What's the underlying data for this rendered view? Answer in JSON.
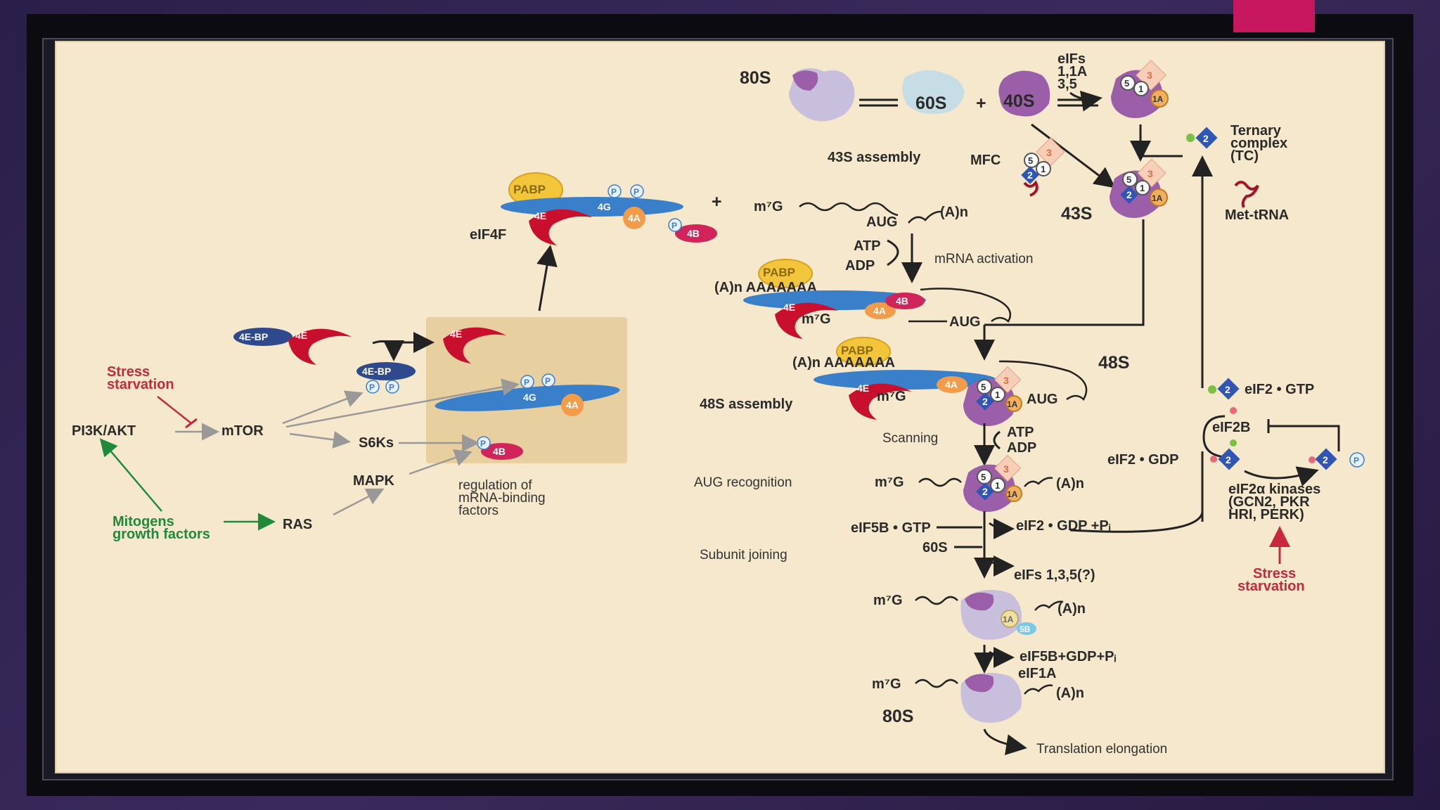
{
  "colors": {
    "accent": "#c7175f",
    "figure_bg": "#f6e8cc",
    "eIF4E": "#c8102e",
    "eIF4G": "#3a7fc9",
    "PABP": "#f3c53a",
    "ribosome": "#9b5ea8",
    "stress": "#c8283c",
    "mitogen": "#1f8a3a"
  },
  "labels": {
    "s80_top": "80S",
    "s60": "60S",
    "plus_mid": "+",
    "s40": "40S",
    "eifs_line1": "eIFs",
    "eifs_line2": "1,1A",
    "eifs_line3": "3,5",
    "ternary1": "Ternary",
    "ternary2": "complex",
    "ternary3": "(TC)",
    "met_trna": "Met-tRNA",
    "assembly43": "43S assembly",
    "mfc": "MFC",
    "s43": "43S",
    "pabp_top": "PABP",
    "eif4f": "eIF4F",
    "plus_left": "+",
    "m7g_1": "m⁷G",
    "aug_1": "AUG",
    "an_1": "(A)n",
    "atp1": "ATP",
    "adp1": "ADP",
    "mrna_activation": "mRNA activation",
    "an_aaa1": "(A)n AAAAAAA",
    "m7g_2": "m⁷G",
    "aug_2": "AUG",
    "an_aaa2": "(A)n AAAAAAA",
    "s48": "48S",
    "assembly48": "48S assembly",
    "m7g_3": "m⁷G",
    "aug_3": "AUG",
    "scanning": "Scanning",
    "atp2": "ATP",
    "adp2": "ADP",
    "aug_recog": "AUG recognition",
    "m7g_4": "m⁷G",
    "an_4": "(A)n",
    "eif5b_gtp": "eIF5B • GTP",
    "eif2_gdp_pi": "eIF2 • GDP +Pᵢ",
    "subunit_joining": "Subunit joining",
    "s60_b": "60S",
    "eifs135": "eIFs 1,3,5(?)",
    "m7g_5": "m⁷G",
    "an_5": "(A)n",
    "eif5b_gdp": "eIF5B+GDP+Pᵢ",
    "eif1a": "eIF1A",
    "m7g_6": "m⁷G",
    "an_6": "(A)n",
    "s80_bottom": "80S",
    "elongation": "Translation elongation",
    "eif2_gtp": "eIF2 • GTP",
    "eif2b": "eIF2B",
    "eif2_gdp": "eIF2 • GDP",
    "kinases1": "eIF2α kinases",
    "kinases2": "(GCN2, PKR",
    "kinases3": "HRI, PERK)",
    "stress_r1": "Stress",
    "stress_r2": "starvation",
    "stress_l1": "Stress",
    "stress_l2": "starvation",
    "pi3k": "PI3K/AKT",
    "mtor": "mTOR",
    "s6ks": "S6Ks",
    "mapk": "MAPK",
    "ras": "RAS",
    "mitogens1": "Mitogens",
    "mitogens2": "growth factors",
    "regulation1": "regulation of",
    "regulation2": "mRNA-binding",
    "regulation3": "factors",
    "fourebp_a": "4E-BP",
    "fourebp_b": "4E-BP",
    "fourE": "4E",
    "fourG": "4G",
    "fourA": "4A",
    "fourB": "4B",
    "p": "P",
    "n1": "1",
    "n1a": "1A",
    "n2": "2",
    "n3": "3",
    "n5": "5",
    "n5b": "5B"
  }
}
